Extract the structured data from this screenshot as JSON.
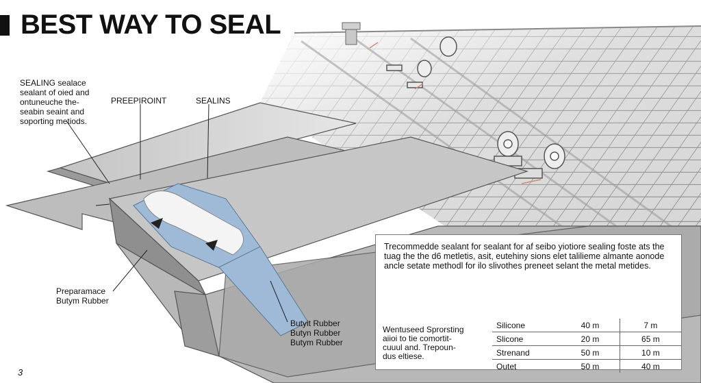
{
  "title": "BEST WAY TO SEAL",
  "callouts": {
    "left_note": [
      "SEALING sealace",
      "sealant of oied and",
      "ontuneuche the-",
      "seabin seaint and",
      "soporting metiods."
    ],
    "preepiroint": "PREEPIROINT",
    "sealins": "SEALINS",
    "preparamace": [
      "Preparamace",
      "Butym Rubber"
    ],
    "butyl": [
      "Butyit Rubber",
      "Butyn Rubber",
      "Butym Rubber"
    ]
  },
  "info_box": {
    "text": [
      "Trecommedde sealant for sealant for af seibo yiotiore sealing foste ats the",
      "tuag the the d6 metletis, asit, eutehiny sions elet talilieme almante aonode",
      "ancle setate methodl for ilo slivothes preneet selant the metal metides."
    ],
    "side_note": [
      "Wentuseed Sprorsting",
      "aiioi to tie comortit-",
      "cuuul and. Trepoun-",
      "dus eltiese."
    ],
    "table": [
      [
        "Silicone",
        "40 m",
        "7 m"
      ],
      [
        "Slicone",
        "20 m",
        "65 m"
      ],
      [
        "Strenand",
        "50 m",
        "10 m"
      ],
      [
        "Outet",
        "50 m",
        "40 m"
      ]
    ]
  },
  "page_number": "3",
  "colors": {
    "sealant_blue": "#9fbad6",
    "metal_gray": "#a9a9a9",
    "title": "#111111"
  }
}
